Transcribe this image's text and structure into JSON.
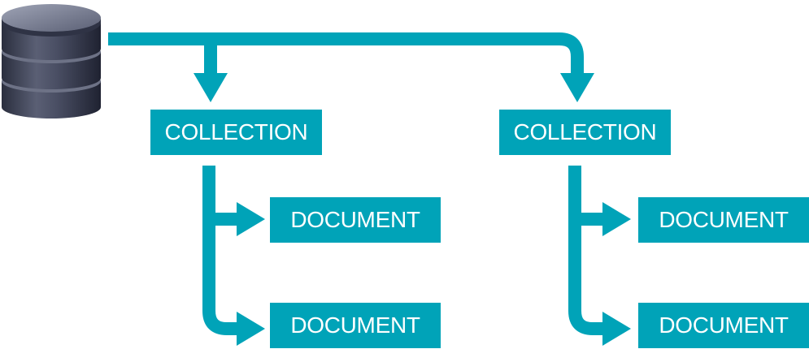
{
  "colors": {
    "accent": "#00A3B8",
    "database_body": "#3D4257",
    "text": "#FFFFFF"
  },
  "diagram": {
    "database": {
      "icon": "database-icon"
    },
    "collections": [
      {
        "label": "COLLECTION",
        "documents": [
          {
            "label": "DOCUMENT"
          },
          {
            "label": "DOCUMENT"
          }
        ]
      },
      {
        "label": "COLLECTION",
        "documents": [
          {
            "label": "DOCUMENT"
          },
          {
            "label": "DOCUMENT"
          }
        ]
      }
    ]
  }
}
